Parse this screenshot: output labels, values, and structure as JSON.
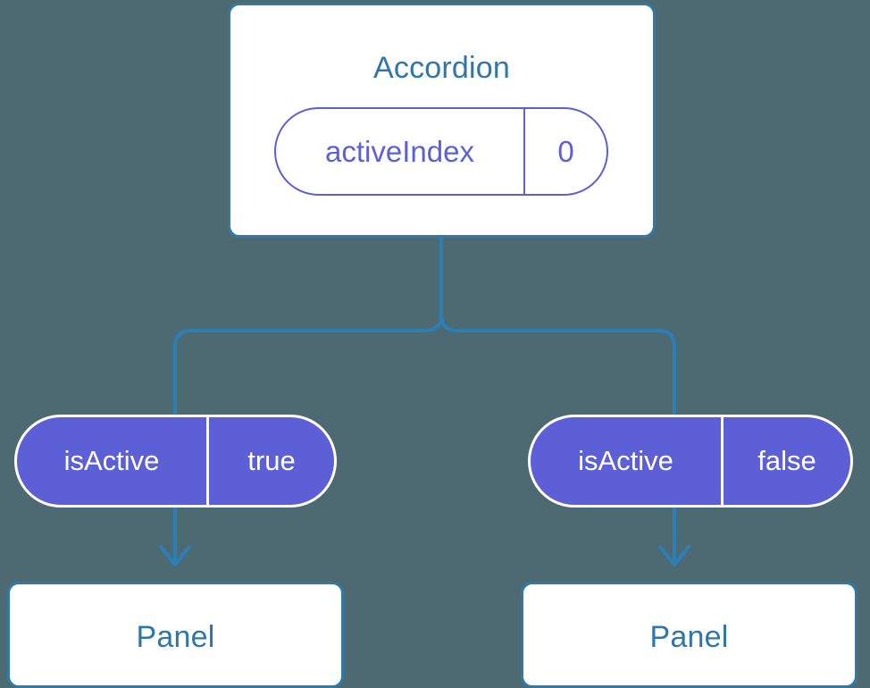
{
  "background_color": "#4d6a72",
  "colors": {
    "card_border": "#2f7aa8",
    "card_background": "#ffffff",
    "card_title_text": "#2e77a8",
    "connector_line": "#2a7fb8",
    "pill_outline_border": "#5c5fd6",
    "pill_outline_text": "#5c5fd6",
    "pill_filled_background": "#5c5fd6",
    "pill_filled_border": "#ffffff",
    "pill_filled_text": "#ffffff"
  },
  "diagram": {
    "root": {
      "title": "Accordion",
      "state_pill": {
        "key": "activeIndex",
        "value": "0"
      }
    },
    "branches": [
      {
        "prop_pill": {
          "key": "isActive",
          "value": "true"
        },
        "child": {
          "title": "Panel"
        }
      },
      {
        "prop_pill": {
          "key": "isActive",
          "value": "false"
        },
        "child": {
          "title": "Panel"
        }
      }
    ]
  }
}
